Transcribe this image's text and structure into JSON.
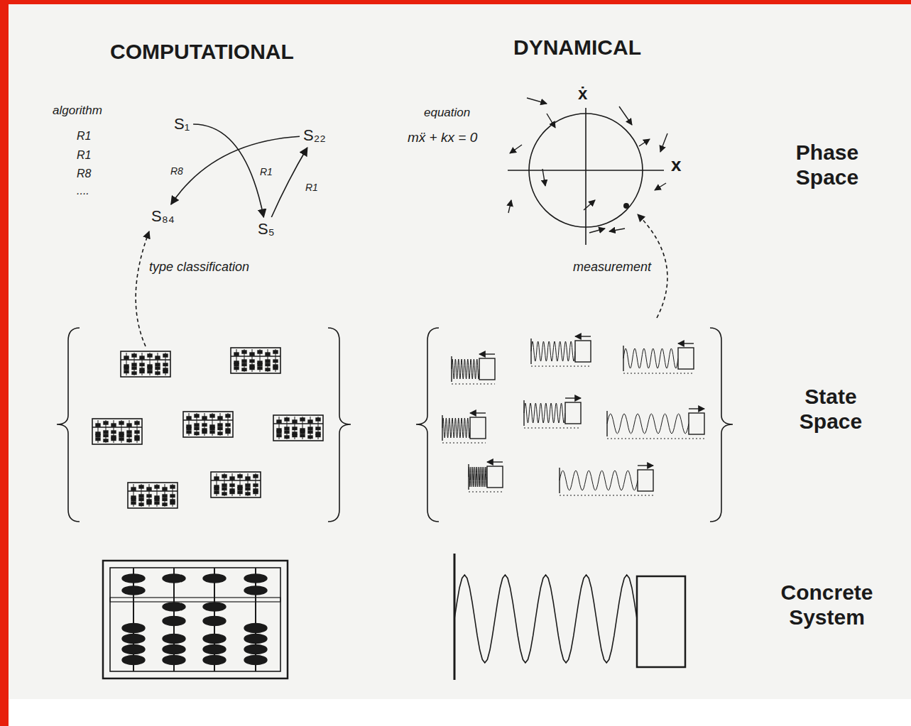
{
  "diagram": {
    "nodes": [
      {
        "text": [
          "S₁"
        ]
      },
      {
        "text": [
          "S₂₂"
        ]
      },
      {
        "text": [
          "S₈₄"
        ]
      },
      {
        "text": [
          "S₅"
        ]
      }
    ],
    "edges": [
      {
        "from": 0,
        "to": 3,
        "label": "R1",
        "arrow": "to"
      },
      {
        "from": 1,
        "to": 2,
        "label": "R8",
        "arrow": "to"
      },
      {
        "from": 3,
        "to": 1,
        "label": "R1",
        "arrow": "to"
      }
    ],
    "labels": [
      "COMPUTATIONAL",
      "DYNAMICAL",
      "Phase Space",
      "State Space",
      "Concrete System",
      "algorithm",
      "R1",
      "R1",
      "R8",
      "....",
      "type classification",
      "equation",
      "mẍ + kx = 0",
      "ẋ",
      "x",
      "measurement"
    ]
  }
}
